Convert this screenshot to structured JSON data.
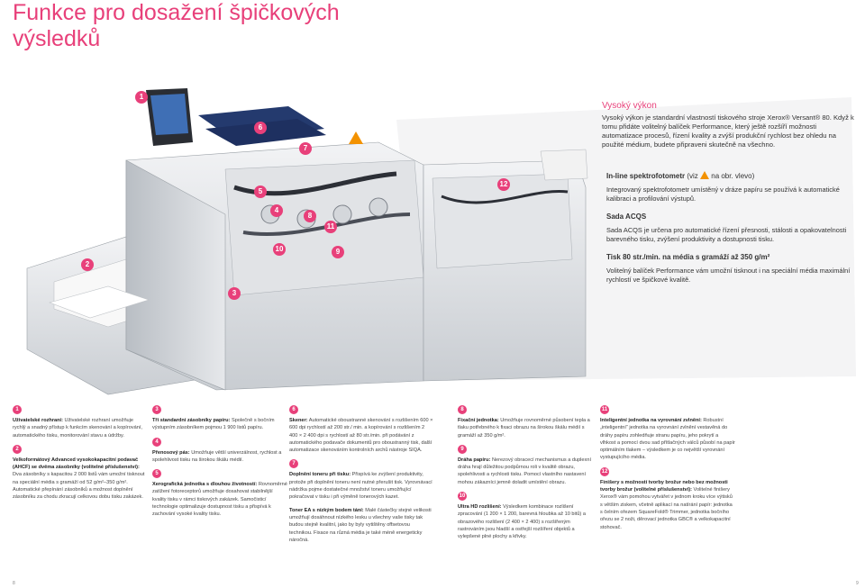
{
  "page_title": "Funkce pro dosažení špičkových výsledků",
  "callouts": [
    "1",
    "6",
    "7",
    "5",
    "12",
    "4",
    "8",
    "11",
    "10",
    "9",
    "2",
    "3"
  ],
  "right_panel": {
    "title": "Vysoký výkon",
    "text": "Vysoký výkon je standardní vlastností tiskového stroje Xerox® Versant® 80. Když k tomu přidáte volitelný balíček Performance, který ještě rozšíří možnosti automatizace procesů, řízení kvality a zvýší produkční rychlost bez ohledu na použité médium, budete připraveni skutečně na všechno."
  },
  "features": [
    {
      "title_pre": "In-line spektrofotometr",
      "title_paren_open": " (viz ",
      "title_paren_close": " na obr. vlevo)",
      "text": "Integrovaný spektrofotometr umístěný v dráze papíru se používá k automatic­ké kalibraci a profilování výstupů."
    },
    {
      "title": "Sada ACQS",
      "text": "Sada ACQS je určena pro automatické řízení přesnosti, stálosti a opakovatel­nosti barevného tisku, zvýšení produktivity a dostupnosti tisku."
    },
    {
      "title": "Tisk 80 str./min. na média s gramáží až 350 g/m²",
      "text": "Volitelný balíček Performance vám umožní tisknout i na speciální média maxi­mální rychlostí ve špičkové kvalitě."
    }
  ],
  "columns": [
    [
      {
        "num": "1",
        "title": "Uživatelské rozhraní:",
        "text": "Uživatelské rozhraní umož­ňuje rychlý a snadný přístup k funkcím skenování a kopírování, automatického tisku, monitorování stavu a údržby."
      },
      {
        "num": "2",
        "title": "Velkoformátový Advanced vysokokapacitní podavač (AHCF) se dvěma zásobníky (volitelné příslušenství):",
        "text": "Dva zásobníky s kapacitou 2 000 listů vám umožní tisknout na speciální média s gra­máží od 52 g/m²–350 g/m². Automatické přepínání zásobníků a možnost doplnění zásobníku za chodu zkracují celkovou dobu tisku zakázek."
      }
    ],
    [
      {
        "num": "3",
        "title": "Tři standardní zásobníky papíru:",
        "text": "Společně s bočním výstupním zásobníkem pojmou 1 900 listů papíru."
      },
      {
        "num": "4",
        "title": "Přenosový pás:",
        "text": "Umožňuje větší univerzálnost, rychlost a spolehlivost tisku na širokou škálu médií."
      },
      {
        "num": "5",
        "title": "Xerografická jednotka s dlouhou životností:",
        "text": "Rovnoměrné zatížení fotoreceptorů umožňuje dosahovat stabilnější kvality tisku v rámci tiskových zakázek. Samočisticí technologie optimalizuje dostupnost tisku a přispívá k zachování vysoké kvality tisku."
      }
    ],
    [
      {
        "num": "6",
        "title": "Skener:",
        "text": "Automatické oboustranné skenování s rozlišením 600 × 600 dpi rychlostí až 200 str./ min. a kopírování s rozlišením 2 400 × 2 400 dpi s rychlostí až 80 str./min. při podávání z automatic­kého podavače dokumentů pro oboustranný tisk, další automatizace skenováním kontrolních archů nástroje SIQA."
      },
      {
        "num": "7",
        "title": "Doplnění toneru při tisku:",
        "text": "Přispívá ke zvýšení produktivity, protože při doplnění toneru není nutné přerušit tisk. Vyrovnávací nádržka pojme dostateč­né množství toneru umožňující pokračovat v tisku i při výměně tonerových kazet."
      },
      {
        "num": "",
        "title": "Toner EA s nízkým bodem tání:",
        "text": "Malé částečky stejné velikosti umožňují dosáhnout nízkého lesku u všechny vaše tisky tak budou stejně kvalitní, jako by byly vytištěny offsetovou technikou. Fixace na různá média je také méně energeticky náročná."
      }
    ],
    [
      {
        "num": "8",
        "title": "Fixační jednotka:",
        "text": "Umožňuje rovnoměrné působení tepla a tlaku potřebného k fixaci obrazu na širokou škálu médií s gramáží až 350 g/m²."
      },
      {
        "num": "9",
        "title": "Dráha papíru:",
        "text": "Nerezový obracecí mechanismus a duplexní dráha hrají důležitou podpůrnou roli v kvalitě obrazu, spolehlivosti a rychlosti tisku. Pomocí vlastního nastavení mohou zákazníci jemně doladit umístění obrazu."
      },
      {
        "num": "10",
        "title": "Ultra HD rozlišení:",
        "text": "Výsledkem kombinace rozlišení zpracování (1 200 × 1 200, barevná hloubka až 10 bitů) a obrazového rozlišení (2 400 × 2 400) s roz­šířeným rastrováním jsou hladší a ostřejší rozšíření objektů a vylepšené plné plochy a křivky."
      }
    ],
    [
      {
        "num": "11",
        "title": "Inteligentní jednotka na vyrovnání zvlnění:",
        "text": "Robustní „inteligentní“ jednotka na vyrovnání zvlnění vestavěná do dráhy papíru zohledňuje stranu papíru, jeho pokrytí a vlhkost a pomocí dvou sad přítlačných válců působí na papír optimálním tlakem – výsled­kem je co největší vyrovnání vystupujícího média."
      },
      {
        "num": "12",
        "title": "Finišery s možností tvorby brožur nebo bez možnosti tvorby brožur (volitelné příslušenství):",
        "text": "Volitelné finišery Xerox® vám pomohou vytvářet v jednom kroku více výtisků s větším ziskem, včetně aplikací na natírání papír: jednotka s čelním ořezem SquareFold® Trimmer, jednotka bočního ořezu se 2 noži, děrovací jednotka GBC® a velkokapacitní stohovač."
      }
    ]
  ],
  "page_numbers": {
    "left": "8",
    "right": "9"
  },
  "colors": {
    "accent": "#e8407a",
    "warning": "#f39200"
  }
}
